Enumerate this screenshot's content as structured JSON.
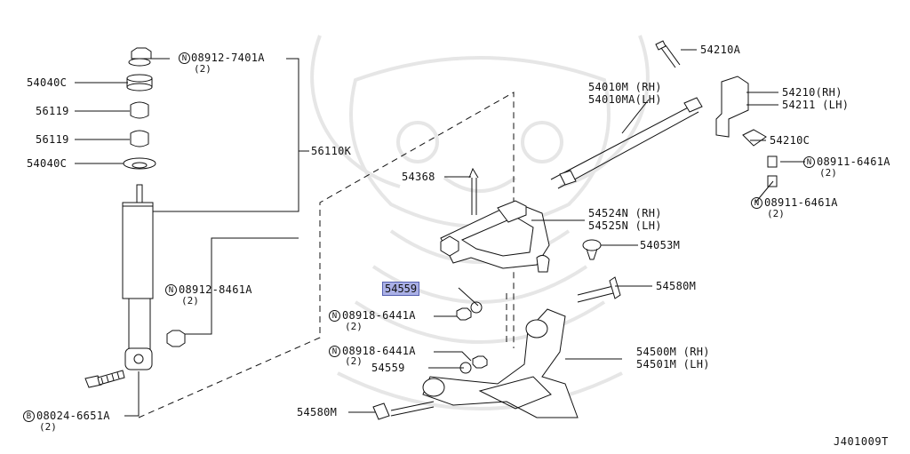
{
  "labels": {
    "p08912_7401A": "08912-7401A",
    "q08912_7401A": "(2)",
    "p54040C_a": "54040C",
    "p56119_a": "56119",
    "p56119_b": "56119",
    "p54040C_b": "54040C",
    "p56110K": "56110K",
    "p08912_8461A": "08912-8461A",
    "q08912_8461A": "(2)",
    "p08024_6651A": "08024-6651A",
    "q08024_6651A": "(2)",
    "p54210A": "54210A",
    "p54010M": "54010M (RH)",
    "p54010MA": "54010MA(LH)",
    "p54210": "54210(RH)",
    "p54211": "54211 (LH)",
    "p54210C": "54210C",
    "p08911_6461A_a": "08911-6461A",
    "q08911_6461A_a": "(2)",
    "p08911_6461A_b": "08911-6461A",
    "q08911_6461A_b": "(2)",
    "p54368": "54368",
    "p54524N": "54524N (RH)",
    "p54525N": "54525N (LH)",
    "p54053M": "54053M",
    "p54559_hl": "54559",
    "p54580M_a": "54580M",
    "p08918_6441A_a": "08918-6441A",
    "q08918_6441A_a": "(2)",
    "p08918_6441A_b": "08918-6441A",
    "q08918_6441A_b": "(2)",
    "p54559_b": "54559",
    "p54500M": "54500M (RH)",
    "p54501M": "54501M (LH)",
    "p54580M_b": "54580M",
    "diagram_code": "J401009T"
  },
  "marks": {
    "n": "N",
    "b": "B"
  },
  "colors": {
    "highlight": "#aab0e6",
    "line": "#111111"
  }
}
